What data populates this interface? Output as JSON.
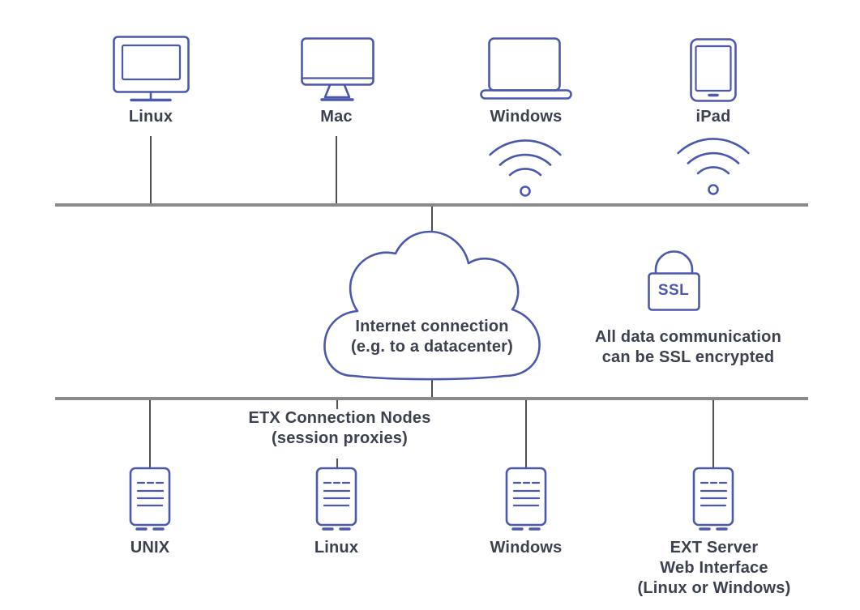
{
  "colors": {
    "icon_stroke": "#4c57ae",
    "label_text": "#3c4150",
    "bus_line": "#8a8a8a",
    "wire_line": "#4f4f4f",
    "background": "#ffffff"
  },
  "top_devices": [
    {
      "label": "Linux",
      "icon": "desktop-monitor",
      "wifi": false
    },
    {
      "label": "Mac",
      "icon": "imac",
      "wifi": false
    },
    {
      "label": "Windows",
      "icon": "laptop",
      "wifi": true
    },
    {
      "label": "iPad",
      "icon": "tablet",
      "wifi": true
    }
  ],
  "cloud": {
    "line1": "Internet connection",
    "line2": "(e.g. to a datacenter)"
  },
  "ssl": {
    "lock_text": "SSL",
    "caption_line1": "All data communication",
    "caption_line2": "can be SSL encrypted"
  },
  "connection_nodes": {
    "line1": "ETX Connection Nodes",
    "line2": "(session proxies)"
  },
  "servers": [
    {
      "label": "UNIX"
    },
    {
      "label": "Linux"
    },
    {
      "label": "Windows"
    },
    {
      "label": "EXT Server",
      "label_line2": "Web Interface",
      "label_line3": "(Linux or Windows)"
    }
  ]
}
